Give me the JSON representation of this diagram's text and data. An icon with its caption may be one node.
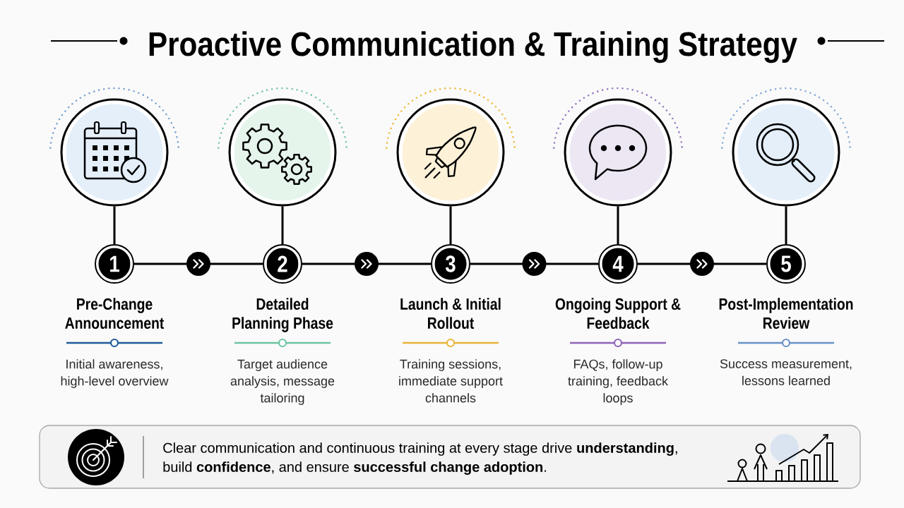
{
  "diagram": {
    "title": "Proactive Communication & Training Strategy",
    "nodes": [
      {
        "text": [],
        "shape": "circle"
      },
      {
        "text": [],
        "shape": "circle"
      },
      {
        "text": [],
        "shape": "circle"
      },
      {
        "text": [],
        "shape": "circle"
      },
      {
        "text": [],
        "shape": "circle"
      },
      {
        "text": [
          "1"
        ],
        "beside": [
          "Pre-Change Announcement",
          "Initial awareness, high-level overview"
        ]
      },
      {
        "text": [
          "2"
        ],
        "beside": [
          "Detailed Planning Phase",
          "Target audience analysis, message tailoring"
        ]
      },
      {
        "text": [
          "3"
        ],
        "beside": [
          "Launch & Initial Rollout",
          "Training sessions, immediate support channels"
        ]
      },
      {
        "text": [
          "4"
        ],
        "beside": [
          "Ongoing Support & Feedback",
          "FAQs, follow-up training, feedback loops"
        ]
      },
      {
        "text": [
          "5"
        ],
        "beside": [
          "Post-Implementation Review",
          "Success measurement, lessons learned"
        ]
      },
      {
        "text": [
          "Clear communication and continuous training at every stage drive **understanding**, build **confidence**, and ensure **successful change adoption**."
        ]
      }
    ],
    "edges": [
      {
        "from": 0,
        "to": 5,
        "arrow": "none"
      },
      {
        "from": 1,
        "to": 6,
        "arrow": "none"
      },
      {
        "from": 2,
        "to": 7,
        "arrow": "none"
      },
      {
        "from": 3,
        "to": 8,
        "arrow": "none"
      },
      {
        "from": 4,
        "to": 9,
        "arrow": "none"
      },
      {
        "from": 5,
        "to": 6,
        "arrow": "to"
      },
      {
        "from": 6,
        "to": 7,
        "arrow": "to"
      },
      {
        "from": 7,
        "to": 8,
        "arrow": "to"
      },
      {
        "from": 8,
        "to": 9,
        "arrow": "to"
      }
    ]
  }
}
